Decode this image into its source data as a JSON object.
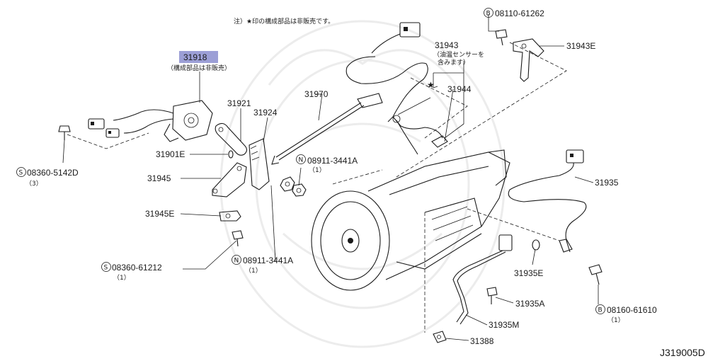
{
  "diagram": {
    "note": "注）★印の構成部品は非販売です。",
    "diagram_id": "J319005D",
    "labels": {
      "p31918": "31918",
      "p31918_sub": "（構成部品は非販売）",
      "p31921": "31921",
      "p31924": "31924",
      "p31901E": "31901E",
      "p31945": "31945",
      "p31945E": "31945E",
      "p31970": "31970",
      "p31943": "31943",
      "p31943_sub1": "（油温センサーを",
      "p31943_sub2": "含みます）",
      "p31944": "31944",
      "p31943E": "31943E",
      "p31935": "31935",
      "p31935E": "31935E",
      "p31935A": "31935A",
      "p31935M": "31935M",
      "p31388": "31388",
      "star": "★"
    },
    "fasteners": {
      "s1_letter": "S",
      "s1_code": "08360-5142D",
      "s1_qty": "（3）",
      "s2_letter": "S",
      "s2_code": "08360-61212",
      "s2_qty": "（1）",
      "n1_letter": "N",
      "n1_code": "08911-3441A",
      "n1_qty": "（1）",
      "n2_letter": "N",
      "n2_code": "08911-3441A",
      "n2_qty": "（1）",
      "b1_letter": "B",
      "b1_code": "08110-61262",
      "b2_letter": "B",
      "b2_code": "08160-61610",
      "b2_qty": "（1）"
    }
  }
}
